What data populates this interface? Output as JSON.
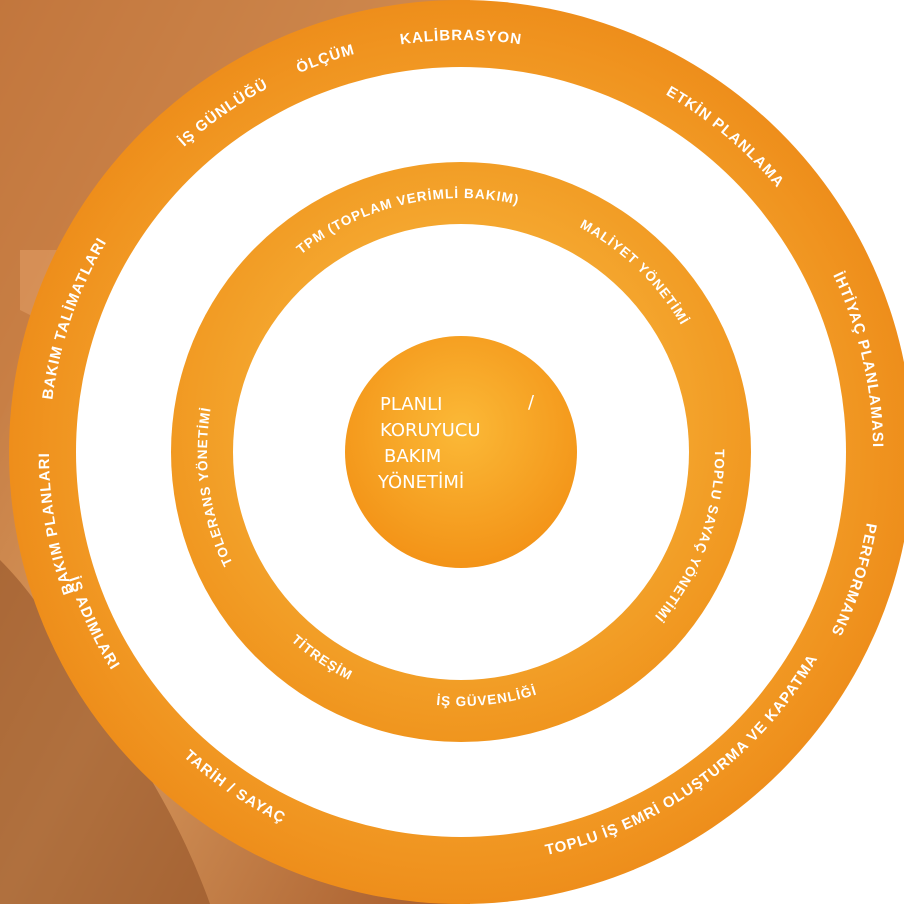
{
  "center": {
    "line1": "PLANLI",
    "slash": "/",
    "line2": "KORUYUCU",
    "line3": "BAKIM",
    "line4": "YÖNETİMİ"
  },
  "outer_ring": {
    "labels": [
      "KALİBRASYON",
      "ETKİN PLANLAMA",
      "İHTİYAÇ PLANLAMASI",
      "PERFORMANS",
      "TOPLU İŞ EMRİ OLUŞTURMA VE KAPATMA",
      "TARİH / SAYAÇ",
      "İŞ ADIMLARI",
      "BAKIM PLANLARI",
      "BAKIM TALİMATLARI",
      "İŞ GÜNLÜĞÜ",
      "ÖLÇÜM"
    ]
  },
  "inner_ring": {
    "labels": [
      "TPM (TOPLAM VERİMLİ BAKIM)",
      "MALİYET YÖNETİMİ",
      "TOPLU SAYAÇ YÖNETİMİ",
      "İŞ GÜVENLİĞİ",
      "TİTREŞİM",
      "TOLERANS YÖNETİMİ"
    ]
  },
  "colors": {
    "ring_orange": "#F39A1F",
    "ring_orange_light": "#F7B84A",
    "center_orange": "#F5A623",
    "background_photo": "#C97A3E",
    "label_text": "#FFFFFF"
  }
}
